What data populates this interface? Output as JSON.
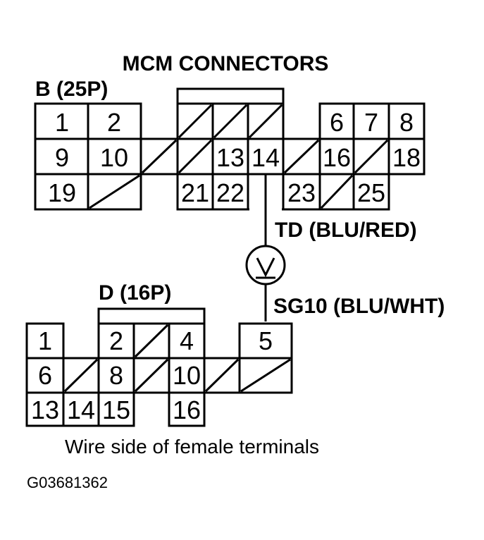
{
  "title": "MCM CONNECTORS",
  "connector_b": {
    "label": "B (25P)",
    "pins": [
      "1",
      "2",
      "9",
      "10",
      "19",
      "13",
      "14",
      "21",
      "22",
      "6",
      "7",
      "8",
      "16",
      "18",
      "23",
      "25"
    ]
  },
  "connector_d": {
    "label": "D (16P)",
    "pins": [
      "1",
      "2",
      "4",
      "5",
      "6",
      "8",
      "10",
      "13",
      "14",
      "15",
      "16"
    ]
  },
  "wire_td": "TD (BLU/RED)",
  "wire_sg10": "SG10 (BLU/WHT)",
  "meter_symbol": "V",
  "caption": "Wire side of female terminals",
  "figure_code": "G03681362",
  "colors": {
    "ink": "#000000",
    "paper": "#ffffff"
  }
}
